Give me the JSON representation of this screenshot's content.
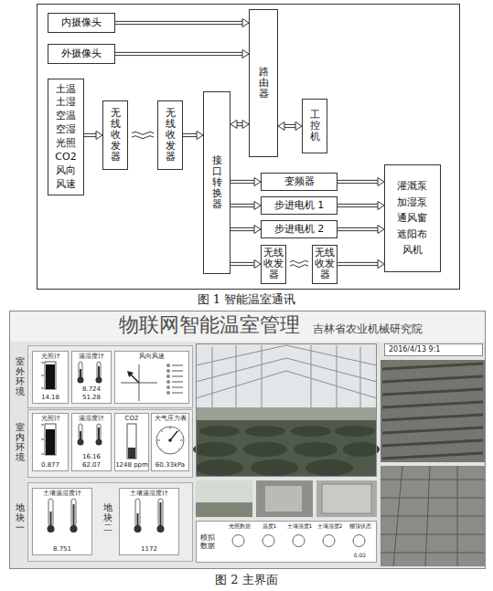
{
  "diagram": {
    "nodes": [
      {
        "text": [
          "内摄像头"
        ]
      },
      {
        "text": [
          "外摄像头"
        ]
      },
      {
        "text": [
          "土温 土湿 空温 空湿 光照 CO2 风向 风速"
        ]
      },
      {
        "text": [
          "无线收发器"
        ]
      },
      {
        "text": [
          "无线收发器"
        ]
      },
      {
        "text": [
          "接口转换器"
        ]
      },
      {
        "text": [
          "路由器"
        ]
      },
      {
        "text": [
          "工控机"
        ]
      },
      {
        "text": [
          "变频器"
        ]
      },
      {
        "text": [
          "步进电机 1"
        ]
      },
      {
        "text": [
          "步进电机 2"
        ]
      },
      {
        "text": [
          "无线收发器"
        ]
      },
      {
        "text": [
          "无线收发器"
        ]
      },
      {
        "text": [
          "灌溉泵 加湿泵 通风窗 遮阳布 风机"
        ]
      },
      {
        "text": [
          "物联网智能温室管理",
          "吉林省农业机械研究院"
        ]
      },
      {
        "text": [
          "2016/4/13 9:1"
        ],
        "in": 14
      },
      {
        "text": [
          "光照计",
          "14.18"
        ],
        "in": 14
      },
      {
        "text": [
          "温湿度计",
          "8.724",
          "51.28"
        ],
        "in": 14
      },
      {
        "text": [
          "风向风速"
        ],
        "in": 14
      },
      {
        "text": [
          "光照计",
          "0.877"
        ],
        "in": 14
      },
      {
        "text": [
          "温湿度计",
          "16.16",
          "62.07"
        ],
        "in": 14
      },
      {
        "text": [
          "CO2",
          "1248 ppm"
        ],
        "in": 14
      },
      {
        "text": [
          "大气压力表",
          "60.33kPa"
        ],
        "in": 14
      },
      {
        "text": [
          "土壤温湿度计",
          "8.751"
        ],
        "in": 14
      },
      {
        "text": [
          "土壤温湿度计",
          "1172"
        ],
        "in": 14
      },
      {
        "text": [
          "模拟数据",
          "光照数据",
          "温度1",
          "土壤湿度1",
          "土壤湿度2",
          "棚顶状态",
          "0.02"
        ],
        "in": 14
      }
    ],
    "edges": [
      {
        "from": 0,
        "to": 6,
        "arrow": "to"
      },
      {
        "from": 1,
        "to": 6,
        "arrow": "to"
      },
      {
        "from": 2,
        "to": 3,
        "arrow": "to"
      },
      {
        "from": 3,
        "to": 4,
        "arrow": "none"
      },
      {
        "from": 4,
        "to": 5,
        "arrow": "to"
      },
      {
        "from": 5,
        "to": 6,
        "arrow": "both"
      },
      {
        "from": 6,
        "to": 7,
        "arrow": "both"
      },
      {
        "from": 5,
        "to": 8,
        "arrow": "to"
      },
      {
        "from": 5,
        "to": 9,
        "arrow": "to"
      },
      {
        "from": 5,
        "to": 10,
        "arrow": "to"
      },
      {
        "from": 5,
        "to": 11,
        "arrow": "to"
      },
      {
        "from": 11,
        "to": 12,
        "arrow": "none"
      },
      {
        "from": 8,
        "to": 13,
        "arrow": "to"
      },
      {
        "from": 9,
        "to": 13,
        "arrow": "to"
      },
      {
        "from": 10,
        "to": 13,
        "arrow": "to"
      },
      {
        "from": 12,
        "to": 13,
        "arrow": "to"
      }
    ],
    "labels": [
      "图 1 智能温室通讯",
      "室外环境",
      "室内环境",
      "地块一",
      "地块二",
      "图 2 主界面"
    ]
  }
}
